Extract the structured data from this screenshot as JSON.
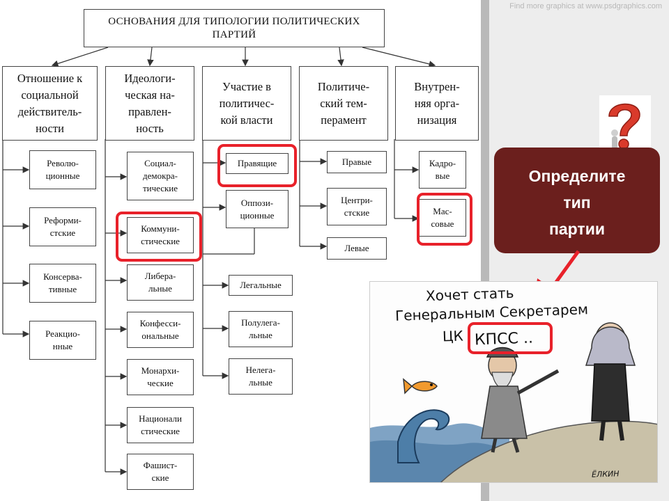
{
  "watermark": "Find more graphics at www.psdgraphics.com",
  "diagram": {
    "title": "ОСНОВАНИЯ ДЛЯ ТИПОЛОГИИ ПОЛИТИЧЕСКИХ\nПАРТИЙ",
    "categories": [
      "Отношение к\nсоциальной\nдействитель-\nности",
      "Идеологи-\nческая на-\nправлен-\nность",
      "Участие в\nполитичес-\nкой власти",
      "Политиче-\nский тем-\nперамент",
      "Внутрен-\nняя орга-\nнизация"
    ],
    "col1": [
      "Револю-\nционные",
      "Реформи-\nстские",
      "Консерва-\nтивные",
      "Реакцио-\nнные"
    ],
    "col2": [
      "Социал-\nдемокра-\nтические",
      "Коммуни-\nстические",
      "Либера-\nльные",
      "Конфесси-\nональные",
      "Монархи-\nческие",
      "Национали\nстические",
      "Фашист-\nские"
    ],
    "col3": [
      "Правящие",
      "Оппози-\nционные"
    ],
    "col3b": [
      "Легальные",
      "Полулега-\nльные",
      "Нелега-\nльные"
    ],
    "col4": [
      "Правые",
      "Центри-\nстские",
      "Левые"
    ],
    "col5": [
      "Кадро-\nвые",
      "Мас-\nсовые"
    ]
  },
  "callout": {
    "text": "Определите\nтип\nпартии"
  },
  "cartoon": {
    "caption_line1": "Хочет стать",
    "caption_line2": "Генеральным Секретарем",
    "caption_line3a": "ЦК",
    "caption_line3b": "КПСС ..",
    "signature": "ЁЛКИН"
  },
  "colors": {
    "highlight": "#e8212a",
    "callout_bg": "#6b1f1d",
    "line": "#333333"
  },
  "icons": [
    "question-mark-icon",
    "arrow-icon"
  ]
}
